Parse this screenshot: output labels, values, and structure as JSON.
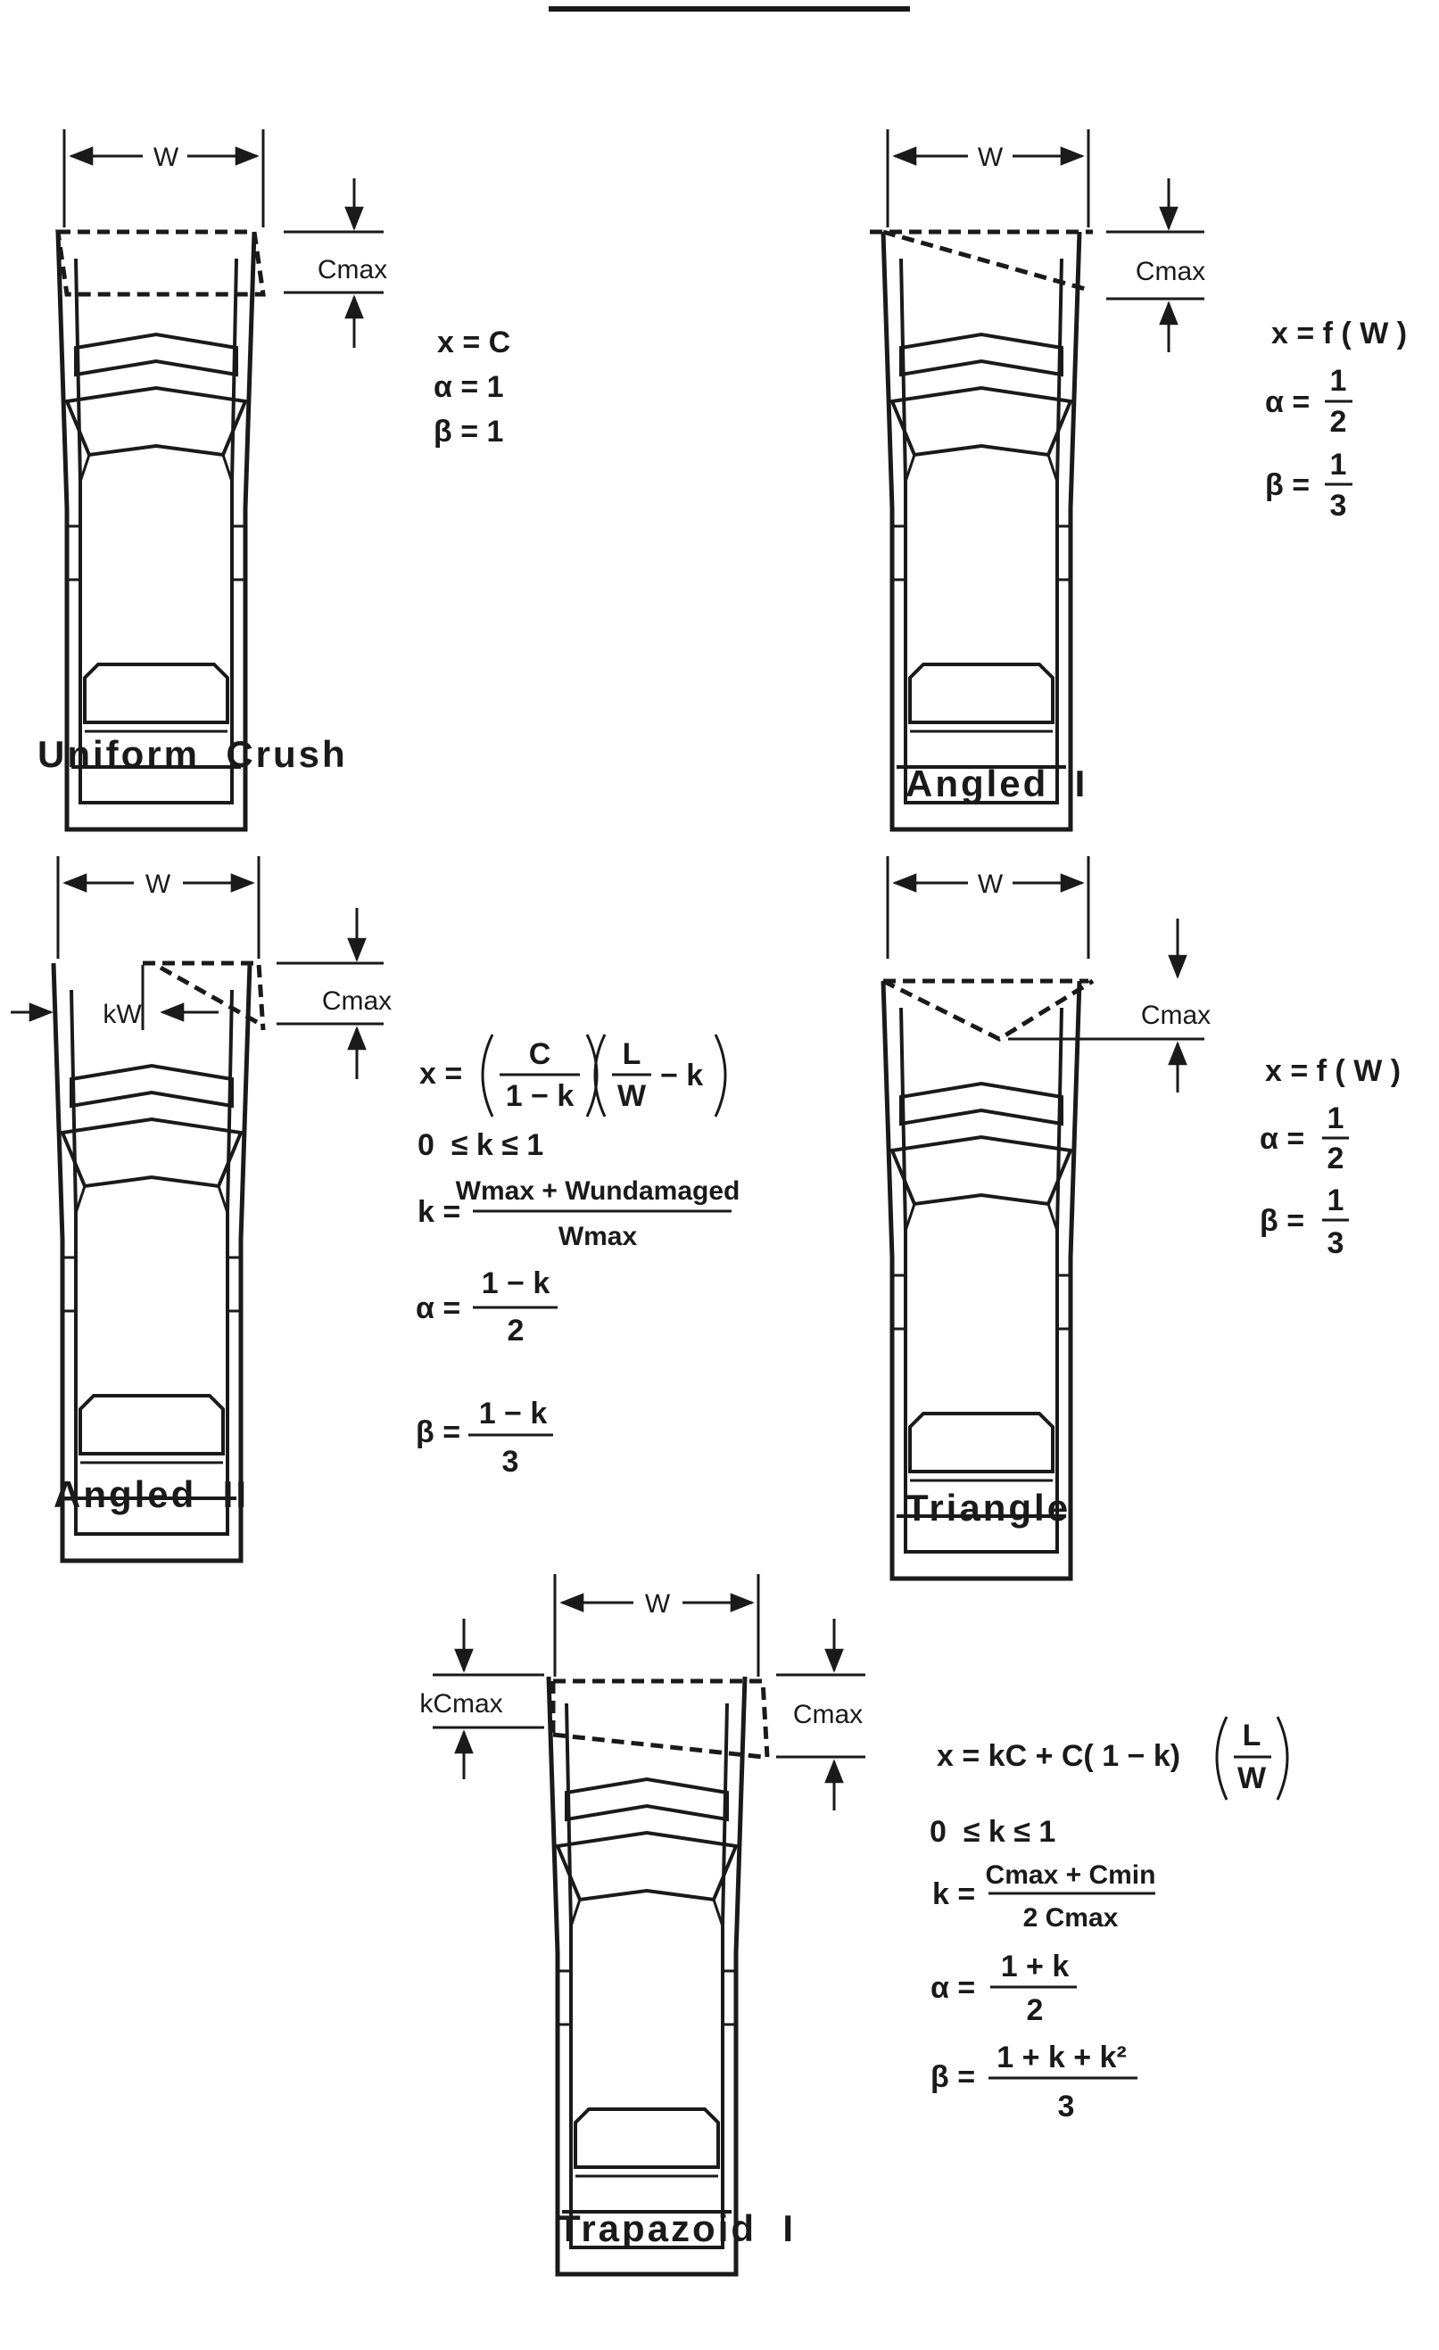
{
  "heading": "",
  "labels": {
    "w": "W",
    "cmax": "Cmax",
    "kw": "kW",
    "kcmax": "kCmax"
  },
  "uniform_crush": {
    "caption": "Uniform  Crush",
    "eq_x": "x = C",
    "eq_alpha": "α = 1",
    "eq_beta": "β = 1"
  },
  "angled_1": {
    "caption": "Angled  I",
    "eq_x": "x = f ( W )",
    "alpha_lhs": "α =",
    "alpha_num": "1",
    "alpha_den": "2",
    "beta_lhs": "β =",
    "beta_num": "1",
    "beta_den": "3"
  },
  "angled_2": {
    "caption": "Angled  II",
    "x_lhs": "x =",
    "c": "C",
    "one_minus_k": "1 − k",
    "l": "L",
    "w": "W",
    "minus_k": "− k",
    "range": "0  ≤ k ≤ 1",
    "k_lhs": "k =",
    "k_num": "Wmax + Wundamaged",
    "k_den": "Wmax",
    "alpha_lhs": "α =",
    "alpha_num": "1 − k",
    "alpha_den": "2",
    "beta_lhs": "β =",
    "beta_num": "1 − k",
    "beta_den": "3"
  },
  "triangle": {
    "caption": "Triangle",
    "eq_x": "x = f ( W )",
    "alpha_lhs": "α =",
    "alpha_num": "1",
    "alpha_den": "2",
    "beta_lhs": "β =",
    "beta_num": "1",
    "beta_den": "3"
  },
  "trapezoid_1": {
    "caption": "Trapazoid  I",
    "x_lhs": "x = kC + C( 1 − k)",
    "l": "L",
    "w": "W",
    "range": "0  ≤ k ≤ 1",
    "k_lhs": "k =",
    "k_num": "Cmax + Cmin",
    "k_den": "2 Cmax",
    "alpha_lhs": "α =",
    "alpha_num": "1 + k",
    "alpha_den": "2",
    "beta_lhs": "β =",
    "beta_num": "1 + k + k²",
    "beta_den": "3"
  }
}
